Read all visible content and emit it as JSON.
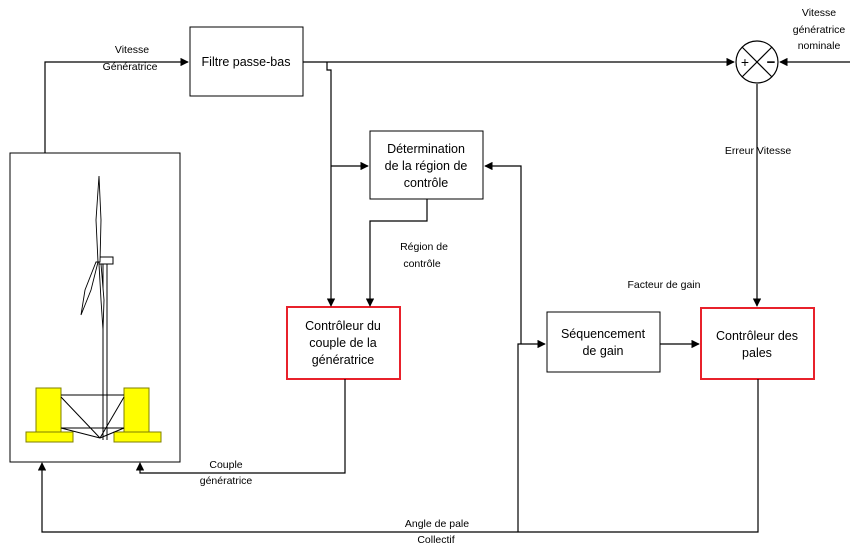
{
  "blocks": {
    "filter": {
      "label": "Filtre passe-bas"
    },
    "region": {
      "lines": [
        "Détermination",
        "de la région de",
        "contrôle"
      ]
    },
    "torque": {
      "lines": [
        "Contrôleur du",
        "couple de la",
        "génératrice"
      ]
    },
    "gain": {
      "lines": [
        "Séquencement",
        "de gain"
      ]
    },
    "pitch": {
      "lines": [
        "Contrôleur des",
        "pales"
      ]
    }
  },
  "summing_junction": {
    "plus": "+",
    "minus": "−"
  },
  "signals": {
    "generator_speed": [
      "Vitesse",
      "Génératrice"
    ],
    "nominal_speed": [
      "Vitesse",
      "génératrice",
      "nominale"
    ],
    "speed_error": "Erreur Vitesse",
    "control_region": [
      "Région de",
      "contrôle"
    ],
    "gain_factor": "Facteur de gain",
    "generator_torque": [
      "Couple",
      "génératrice"
    ],
    "collective_pitch": [
      "Angle de pale",
      "Collectif"
    ]
  },
  "colors": {
    "line": "#000000",
    "controller_border": "#e8212b",
    "float_fill": "#ffff00",
    "float_stroke": "#7f7f00"
  }
}
